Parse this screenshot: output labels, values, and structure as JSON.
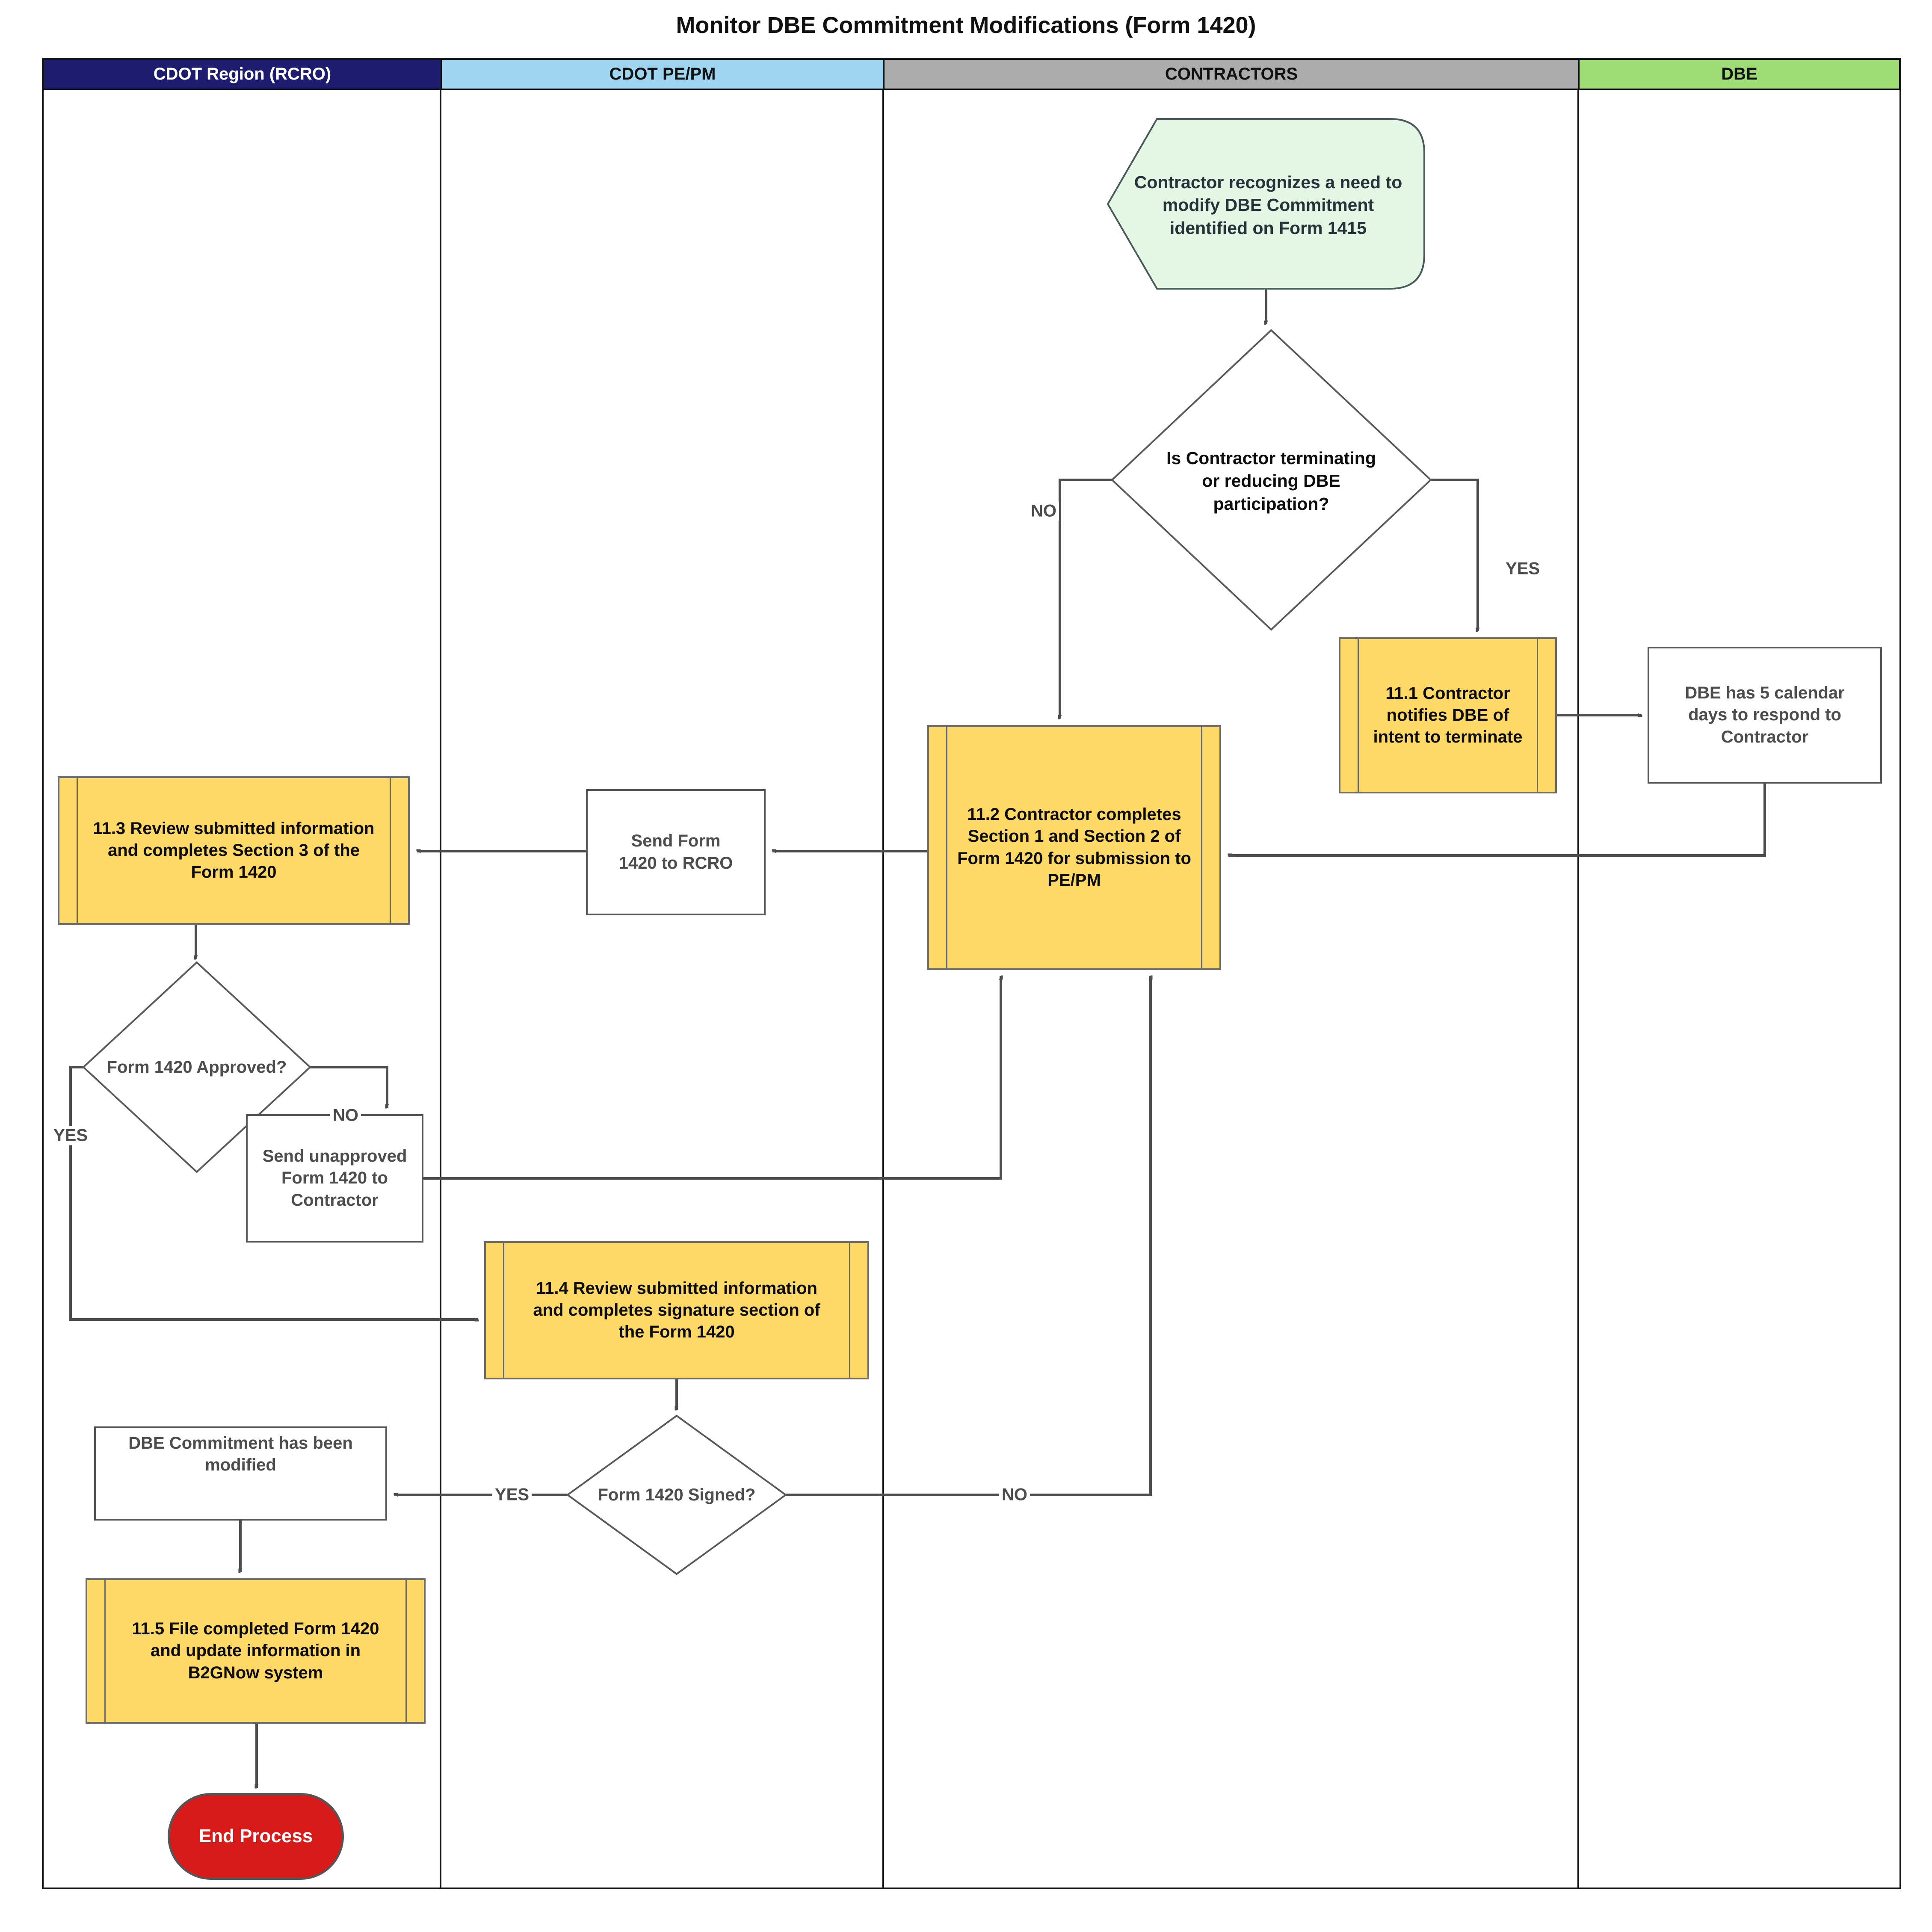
{
  "title": "Monitor DBE Commitment Modifications (Form 1420)",
  "lanes": [
    {
      "label": "CDOT Region (RCRO)",
      "color": "#1E1C6F"
    },
    {
      "label": "CDOT PE/PM",
      "color": "#9FD5F0"
    },
    {
      "label": "CONTRACTORS",
      "color": "#ACACAC"
    },
    {
      "label": "DBE",
      "color": "#9FDC78"
    }
  ],
  "nodes": {
    "start": {
      "text": "Contractor recognizes a need to modify DBE Commitment identified on Form 1415"
    },
    "decision_terminate": {
      "text": "Is Contractor terminating or reducing DBE participation?"
    },
    "task_11_1": {
      "text": "11.1 Contractor notifies DBE of intent to terminate"
    },
    "dbe_respond": {
      "text": "DBE has 5 calendar days to respond to Contractor"
    },
    "task_11_2": {
      "text": "11.2 Contractor completes Section 1 and Section 2 of Form 1420 for submission to PE/PM"
    },
    "send_form": {
      "text": "Send Form 1420 to RCRO"
    },
    "task_11_3": {
      "text": "11.3 Review submitted information and completes Section 3 of the Form 1420"
    },
    "decision_approved": {
      "text": "Form 1420 Approved?"
    },
    "send_unapproved": {
      "text": "Send unapproved Form 1420 to Contractor"
    },
    "task_11_4": {
      "text": "11.4 Review submitted information and completes signature section of the Form 1420"
    },
    "decision_signed": {
      "text": "Form 1420 Signed?"
    },
    "modified": {
      "text": "DBE Commitment has been modified"
    },
    "task_11_5": {
      "text": "11.5 File completed Form 1420 and update information in B2GNow system"
    },
    "end": {
      "text": "End Process"
    }
  },
  "labels": {
    "no_terminate": "NO",
    "yes_terminate": "YES",
    "yes_approved": "YES",
    "no_approved": "NO",
    "yes_signed": "YES",
    "no_signed": "NO"
  },
  "colors": {
    "task_fill": "#FFD966",
    "start_fill": "#E4F6E4",
    "end_fill": "#D81A1A",
    "connector": "#4D4D4D",
    "lane_navy": "#1E1C6F",
    "lane_blue": "#9FD5F0",
    "lane_gray": "#ACACAC",
    "lane_green": "#9FDC78"
  }
}
